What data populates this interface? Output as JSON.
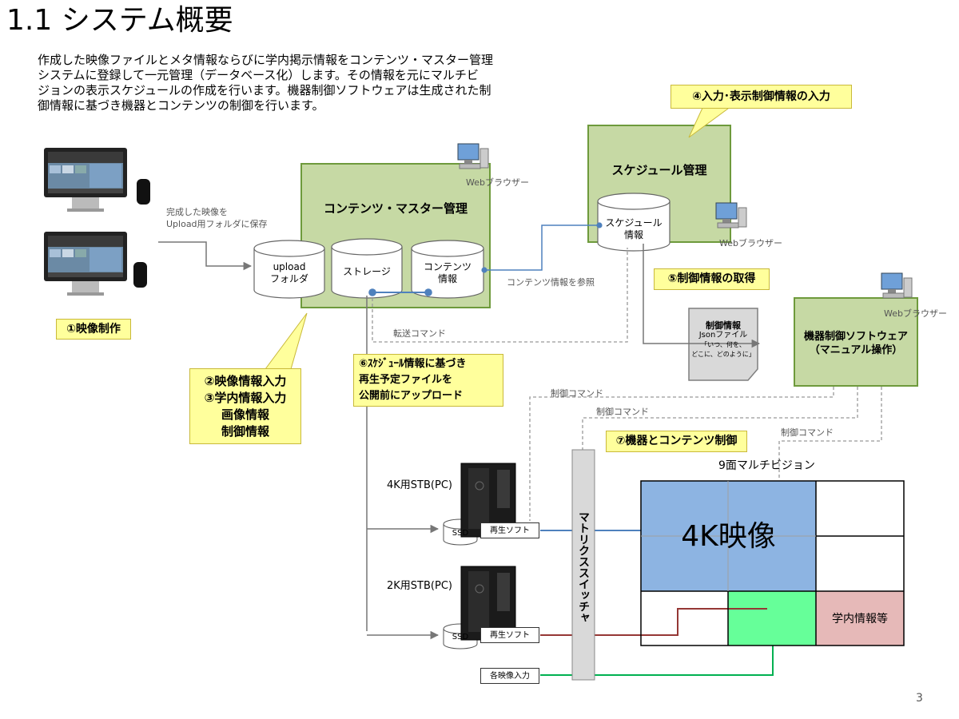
{
  "title": "1.1 システム概要",
  "intro_lines": [
    "作成した映像ファイルとメタ情報ならびに学内掲示情報をコンテンツ・マスター管理",
    "システムに登録して一元管理（データベース化）します。その情報を元にマルチビ",
    "ジョンの表示スケジュールの作成を行います。機器制御ソフトウェアは生成された制",
    "御情報に基づき機器とコンテンツの制御を行います。"
  ],
  "cms": {
    "title": "コンテンツ・マスター管理",
    "browser": "Webブラウザー",
    "upload_folder": [
      "upload",
      "フォルダ"
    ],
    "storage": "ストレージ",
    "contents_info": [
      "コンテンツ",
      "情報"
    ]
  },
  "schedule": {
    "title": "スケジュール管理",
    "info": [
      "スケジュール",
      "情報"
    ],
    "browser": "Webブラウザー"
  },
  "device_ctrl": {
    "title": [
      "機器制御ソフトウェア",
      "（マニュアル操作）"
    ],
    "browser": "Webブラウザー"
  },
  "json_doc": [
    "制御情報",
    "Jsonファイル",
    "「いつ、何を、",
    "どこに、どのように」"
  ],
  "labels": {
    "save_upload": [
      "完成した映像を",
      "Upload用フォルダに保存"
    ],
    "ref_contents": "コンテンツ情報を参照",
    "transfer_cmd": "転送コマンド",
    "ctrl_cmd_1": "制御コマンド",
    "ctrl_cmd_2": "制御コマンド",
    "ctrl_cmd_3": "制御コマンド",
    "stb_4k": "4K用STB(PC)",
    "stb_2k": "2K用STB(PC)",
    "ssd": "SSD",
    "play_soft": "再生ソフト",
    "matrix_switch": "マトリクススイッチャ",
    "video_inputs": "各映像入力",
    "multivision_title": "9面マルチビジョン",
    "video_4k": "4K映像",
    "campus_info": "学内情報等",
    "page_number": "3"
  },
  "callouts": {
    "c1": "①映像制作",
    "c2": [
      "②映像情報入力",
      "③学内情報入力",
      "画像情報",
      "制御情報"
    ],
    "c4": "④入力･表示制御情報の入力",
    "c5": "⑤制御情報の取得",
    "c6": [
      "⑥ｽｹｼﾞｭｰﾙ情報に基づき",
      "再生予定ファイルを",
      "公開前にアップロード"
    ],
    "c7": "⑦機器とコンテンツ制御"
  },
  "colors": {
    "green_fill": "#c6d9a4",
    "green_border": "#6e9a3c",
    "callout_fill": "#ffff9c",
    "video_4k_fill": "#8db4e2",
    "green_panel": "#66ff99",
    "campus_fill": "#e6b9b8",
    "link_blue": "#4f81bd",
    "line_red": "#953735",
    "line_green": "#00b050"
  }
}
